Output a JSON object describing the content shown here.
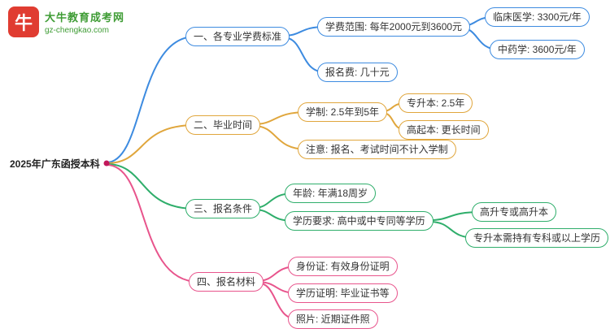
{
  "logo": {
    "icon": "bull-icon",
    "icon_glyph": "牛",
    "title": "大牛教育成考网",
    "subtitle": "gz-chengkao.com",
    "brand_red": "#e03c31",
    "brand_green": "#3f9c35"
  },
  "root": {
    "label": "2025年广东函授本科"
  },
  "branches": [
    {
      "label": "一、各专业学费标准",
      "color": "#3d8be0",
      "children": [
        {
          "label": "学费范围: 每年2000元到3600元",
          "children": [
            {
              "label": "临床医学: 3300元/年"
            },
            {
              "label": "中药学: 3600元/年"
            }
          ]
        },
        {
          "label": "报名费: 几十元",
          "children": []
        }
      ]
    },
    {
      "label": "二、毕业时间",
      "color": "#e0a63c",
      "children": [
        {
          "label": "学制: 2.5年到5年",
          "children": [
            {
              "label": "专升本: 2.5年"
            },
            {
              "label": "高起本: 更长时间"
            }
          ]
        },
        {
          "label": "注意: 报名、考试时间不计入学制",
          "children": []
        }
      ]
    },
    {
      "label": "三、报名条件",
      "color": "#2fae6b",
      "children": [
        {
          "label": "年龄: 年满18周岁",
          "children": []
        },
        {
          "label": "学历要求: 高中或中专同等学历",
          "children": [
            {
              "label": "高升专或高升本"
            },
            {
              "label": "专升本需持有专科或以上学历"
            }
          ]
        }
      ]
    },
    {
      "label": "四、报名材料",
      "color": "#e8548c",
      "children": [
        {
          "label": "身份证: 有效身份证明",
          "children": []
        },
        {
          "label": "学历证明: 毕业证书等",
          "children": []
        },
        {
          "label": "照片: 近期证件照",
          "children": []
        }
      ]
    }
  ]
}
